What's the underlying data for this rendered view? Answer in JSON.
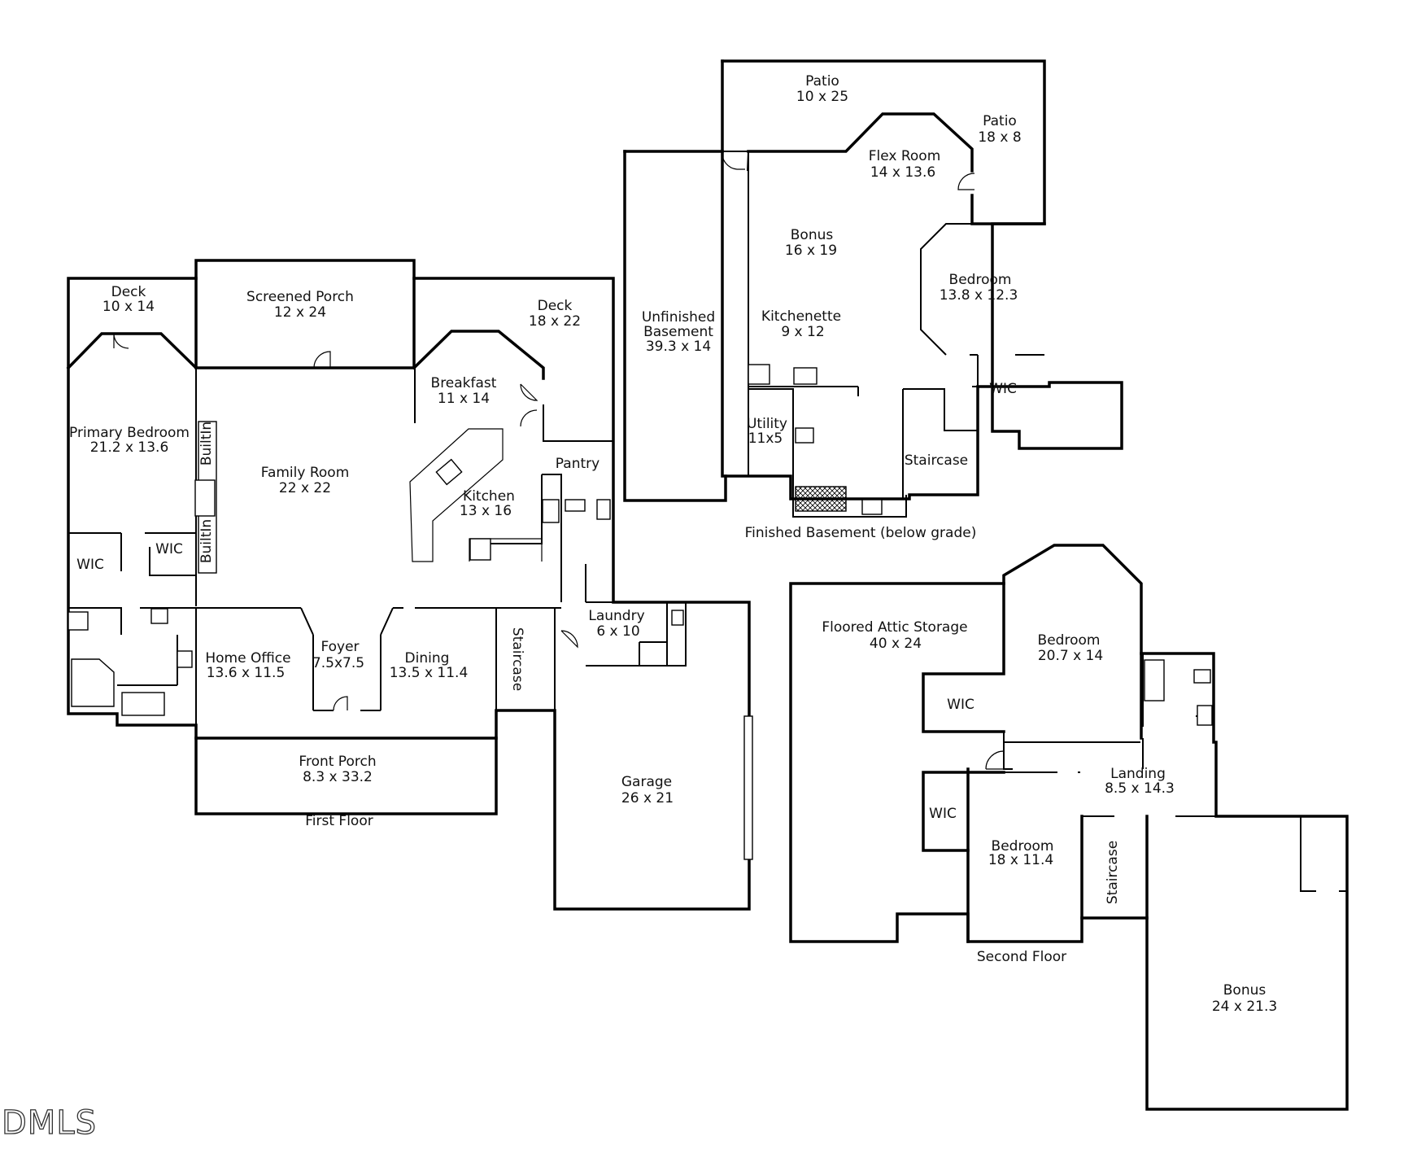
{
  "plans": {
    "first_floor": {
      "caption": "First Floor",
      "rooms": {
        "deck_left": {
          "name": "Deck",
          "dims": "10 x 14"
        },
        "screened_porch": {
          "name": "Screened Porch",
          "dims": "12 x 24"
        },
        "deck_right": {
          "name": "Deck",
          "dims": "18 x 22"
        },
        "breakfast": {
          "name": "Breakfast",
          "dims": "11 x 14"
        },
        "primary_bedroom": {
          "name": "Primary Bedroom",
          "dims": "21.2 x 13.6"
        },
        "family_room": {
          "name": "Family Room",
          "dims": "22 x 22"
        },
        "kitchen": {
          "name": "Kitchen",
          "dims": "13 x 16"
        },
        "pantry": {
          "name": "Pantry"
        },
        "wic_1": {
          "name": "WIC"
        },
        "wic_2": {
          "name": "WIC"
        },
        "builtin_1": {
          "name": "BuiltIn"
        },
        "builtin_2": {
          "name": "BuiltIn"
        },
        "home_office": {
          "name": "Home Office",
          "dims": "13.6 x 11.5"
        },
        "foyer": {
          "name": "Foyer",
          "dims": "7.5x7.5"
        },
        "dining": {
          "name": "Dining",
          "dims": "13.5 x 11.4"
        },
        "staircase": {
          "name": "Staircase"
        },
        "laundry": {
          "name": "Laundry",
          "dims": "6 x 10"
        },
        "front_porch": {
          "name": "Front Porch",
          "dims": "8.3 x 33.2"
        },
        "garage": {
          "name": "Garage",
          "dims": "26 x 21"
        }
      }
    },
    "basement": {
      "caption": "Finished Basement (below grade)",
      "rooms": {
        "patio_top": {
          "name": "Patio",
          "dims": "10 x 25"
        },
        "patio_right": {
          "name": "Patio",
          "dims": "18 x 8"
        },
        "flex_room": {
          "name": "Flex Room",
          "dims": "14 x 13.6"
        },
        "bonus": {
          "name": "Bonus",
          "dims": "16 x 19"
        },
        "bedroom": {
          "name": "Bedroom",
          "dims": "13.8 x 12.3"
        },
        "unfinished": {
          "name1": "Unfinished",
          "name2": "Basement",
          "dims": "39.3 x 14"
        },
        "kitchenette": {
          "name": "Kitchenette",
          "dims": "9 x 12"
        },
        "wic": {
          "name": "WIC"
        },
        "utility": {
          "name": "Utility",
          "dims": "11x5"
        },
        "staircase": {
          "name": "Staircase"
        }
      }
    },
    "second_floor": {
      "caption": "Second Floor",
      "rooms": {
        "attic": {
          "name": "Floored Attic Storage",
          "dims": "40 x 24"
        },
        "bedroom_1": {
          "name": "Bedroom",
          "dims": "20.7 x 14"
        },
        "wic_1": {
          "name": "WIC"
        },
        "landing": {
          "name": "Landing",
          "dims": "8.5 x 14.3"
        },
        "wic_2": {
          "name": "WIC"
        },
        "bedroom_2": {
          "name": "Bedroom",
          "dims": "18 x 11.4"
        },
        "staircase": {
          "name": "Staircase"
        },
        "bonus": {
          "name": "Bonus",
          "dims": "24 x 21.3"
        }
      }
    }
  },
  "watermark": "DMLS"
}
